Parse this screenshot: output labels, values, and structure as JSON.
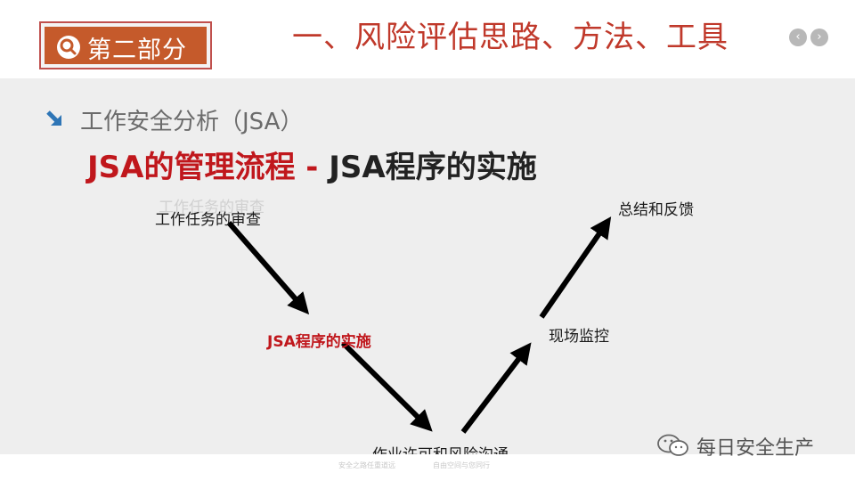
{
  "header": {
    "part_label": "第二部分",
    "title": "一、风险评估思路、方法、工具",
    "nav_prev": "‹",
    "nav_next": "›"
  },
  "content": {
    "subtitle": "工作安全分析（JSA）",
    "heading_red": "JSA的管理流程 - ",
    "heading_dark": "JSA程序的实施",
    "ghost_text": "工作任务的审查"
  },
  "diagram": {
    "nodes": [
      {
        "id": "review",
        "label": "工作任务的审查"
      },
      {
        "id": "implement",
        "label": "JSA程序的实施"
      },
      {
        "id": "permit",
        "label": "作业许可和风险沟通"
      },
      {
        "id": "monitor",
        "label": "现场监控"
      },
      {
        "id": "feedback",
        "label": "总结和反馈"
      }
    ],
    "edges": [
      {
        "from": "review",
        "to": "implement"
      },
      {
        "from": "implement",
        "to": "permit"
      },
      {
        "from": "permit",
        "to": "monitor"
      },
      {
        "from": "monitor",
        "to": "feedback"
      }
    ]
  },
  "footer": {
    "left_text": "安全之路任重道远",
    "right_text": "自由空间与您同行"
  },
  "watermark": {
    "text": "每日安全生产"
  },
  "colors": {
    "accent_red": "#c0171c",
    "part_orange": "#c55a2b",
    "title_red": "#c0392b",
    "bullet_blue": "#2e75b6"
  }
}
